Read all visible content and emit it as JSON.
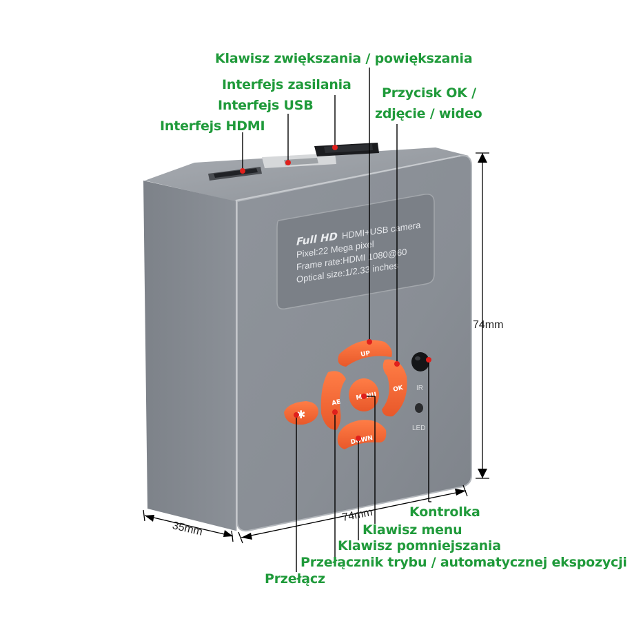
{
  "callouts": {
    "zoom_in_key": "Klawisz zwiększania / powiększania",
    "power_interface": "Interfejs zasilania",
    "usb_interface": "Interfejs USB",
    "hdmi_interface": "Interfejs HDMI",
    "ok_button_line1": "Przycisk OK /",
    "ok_button_line2": "zdjęcie / wideo",
    "indicator": "Kontrolka",
    "menu_key": "Klawisz menu",
    "zoom_out_key": "Klawisz pomniejszania",
    "mode_ae_switch": "Przełącznik trybu / automatycznej ekspozycji",
    "switch": "Przełącz"
  },
  "dimensions": {
    "height": "74mm",
    "width": "74mm",
    "depth": "35mm"
  },
  "plate": {
    "logo": "Full HD",
    "model": "HDMI+USB camera",
    "pixel": "Pixel:22 Mega pixel",
    "frame_rate": "Frame rate:HDMI 1080@60",
    "optical_size": "Optical size:1/2.33 inches"
  },
  "buttons": {
    "up": "UP",
    "down": "DOWN",
    "ae": "AE",
    "ok": "OK",
    "menu": "MENU",
    "star": "✱"
  },
  "indicators": {
    "ir": "IR",
    "led": "LED"
  },
  "colors": {
    "label_green": "#1f9a3a",
    "button_orange": "#f26a35",
    "pointer_red": "#e0201c",
    "body_gray": "#8d9299"
  }
}
